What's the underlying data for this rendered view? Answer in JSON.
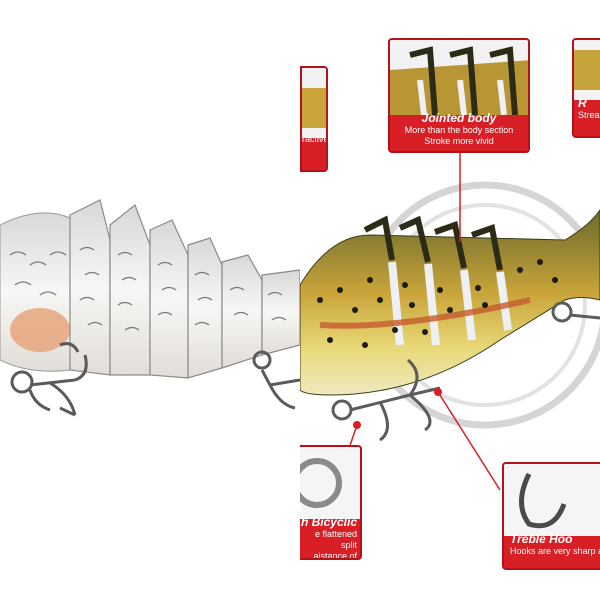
{
  "callouts": {
    "tl": {
      "frag": "ractive"
    },
    "jointed": {
      "title": "Jointed body",
      "line1": "More than the body section",
      "line2": "Stroke more vivid"
    },
    "tr": {
      "frag1": "R",
      "frag2": "Strea"
    },
    "ring": {
      "title": "h Bicyclic",
      "line1": "e flattened split",
      "line2": "aistance of pull"
    },
    "hook": {
      "title": "Treble Hoo",
      "line1": "Hooks are very sharp a"
    }
  },
  "colors": {
    "callout_red": "#d81f26",
    "ring_gray": "#d5d5d5"
  }
}
